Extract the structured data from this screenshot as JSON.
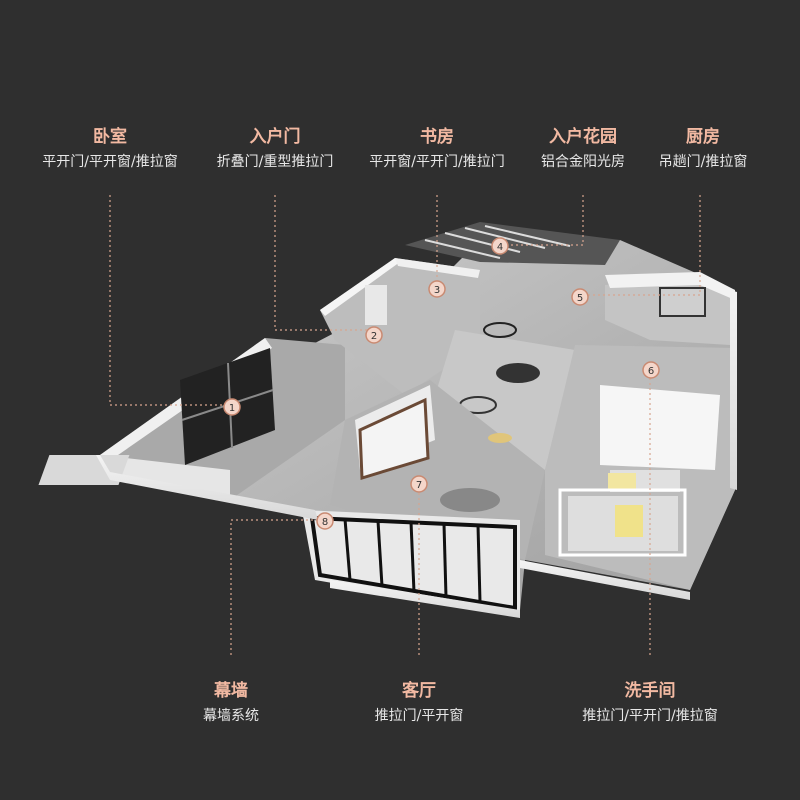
{
  "colors": {
    "background": "#2f2f2f",
    "title": "#f2b9a2",
    "subtitle": "#e7e7e7",
    "leader_line": "#d7a58f"
  },
  "labels_top": [
    {
      "title": "卧室",
      "sub": "平开门/平开窗/推拉窗"
    },
    {
      "title": "入户门",
      "sub": "折叠门/重型推拉门"
    },
    {
      "title": "书房",
      "sub": "平开窗/平开门/推拉门"
    },
    {
      "title": "入户花园",
      "sub": "铝合金阳光房"
    },
    {
      "title": "厨房",
      "sub": "吊趟门/推拉窗"
    }
  ],
  "labels_bottom": [
    {
      "title": "幕墙",
      "sub": "幕墙系统"
    },
    {
      "title": "客厅",
      "sub": "推拉门/平开窗"
    },
    {
      "title": "洗手间",
      "sub": "推拉门/平开门/推拉窗"
    }
  ],
  "markers": [
    "1",
    "2",
    "3",
    "4",
    "5",
    "6",
    "7",
    "8"
  ]
}
